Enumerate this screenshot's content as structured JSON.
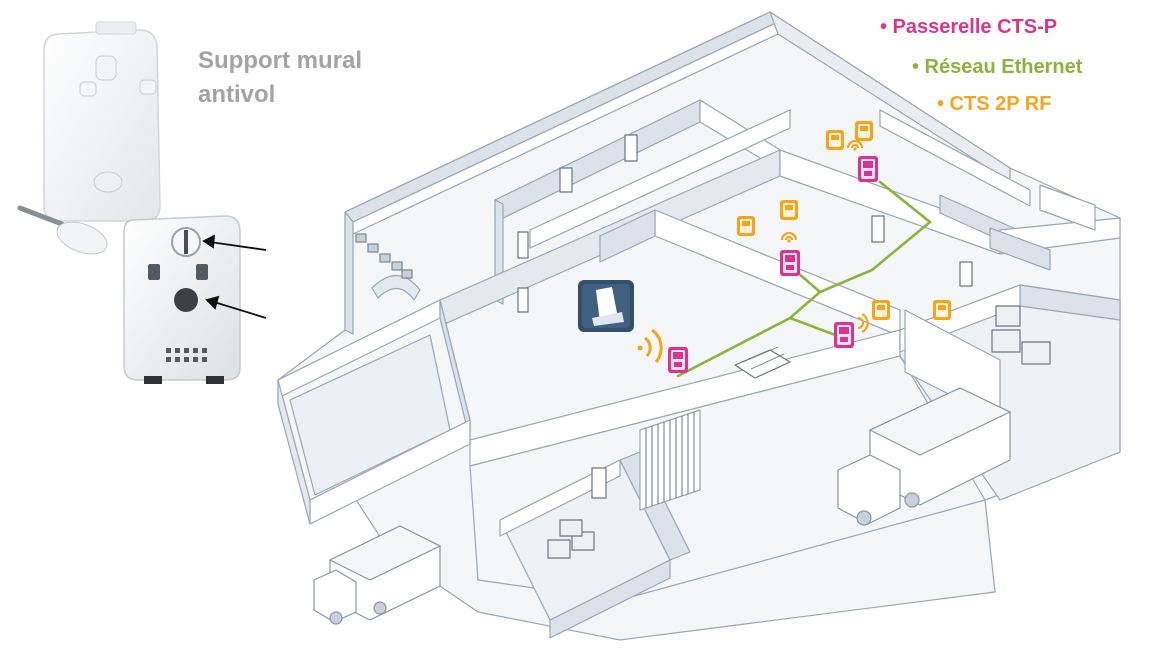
{
  "caption": {
    "line1": "Support mural",
    "line2": "antivol"
  },
  "legend": [
    {
      "text": "• Passerelle CTS-P",
      "color": "#d9358f"
    },
    {
      "text": "• Réseau Ethernet",
      "color": "#8cb43b"
    },
    {
      "text": "• CTS 2P RF",
      "color": "#f5a51d"
    }
  ],
  "colors": {
    "gateway": "#d9358f",
    "ethernet": "#8cb43b",
    "rf_device": "#f5a51d",
    "base_station": "#35506f",
    "wall_face": "#ffffff",
    "wall_shade": "#dbe2ea",
    "wall_line": "#9aa6b2"
  },
  "icons": {
    "gateway": "gateway-device-icon",
    "rf_device": "cts-2p-rf-device-icon",
    "wifi": "wifi-signal-icon",
    "base": "charging-base-icon",
    "key": "key-icon",
    "arrow": "arrow-icon"
  }
}
